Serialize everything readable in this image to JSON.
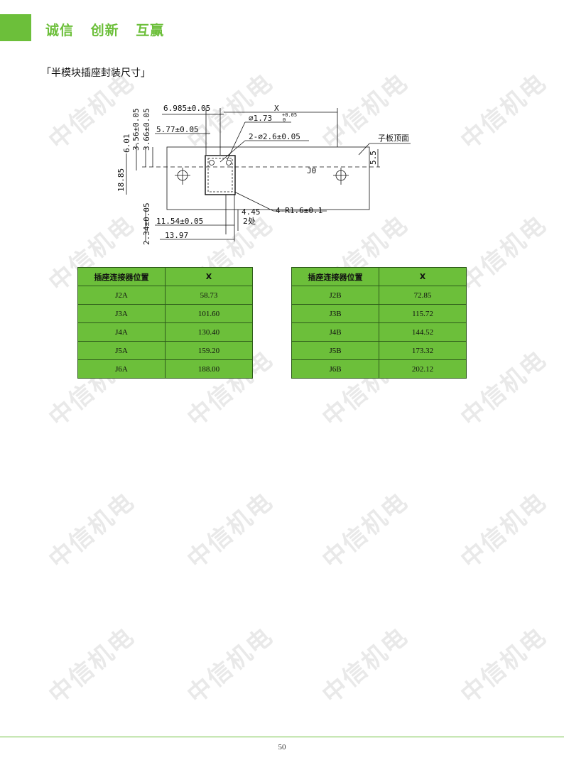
{
  "header": {
    "slogan": [
      "诚信",
      "创新",
      "互赢"
    ],
    "accent_color": "#6cbf3a"
  },
  "section_title": "「半模块插座封装尺寸」",
  "watermark_text": "中信机电",
  "drawing": {
    "labels": {
      "dim_6985": "6.985±0.05",
      "dim_x": "X",
      "dim_phi173": "⌀1.73",
      "dim_phi173_tol_upper": "+0.05",
      "dim_phi173_tol_lower": "0",
      "dim_577": "5.77±0.05",
      "dim_2phi26": "2-⌀2.6±0.05",
      "board_top_label": "子板顶面",
      "dim_356": "3.56±0.05",
      "dim_366": "3.66±0.05",
      "dim_601": "6.01",
      "dim_1885": "18.85",
      "j0_label": "J0",
      "dim_55": "5.5",
      "dim_445": "4.45",
      "dim_4r16": "4-R1.6±0.1",
      "dim_1154": "11.54±0.05",
      "two_places": "2处",
      "dim_234": "2.34±0.05",
      "dim_1397": "13.97"
    }
  },
  "tables": [
    {
      "headers": [
        "插座连接器位置",
        "X"
      ],
      "rows": [
        [
          "J2A",
          "58.73"
        ],
        [
          "J3A",
          "101.60"
        ],
        [
          "J4A",
          "130.40"
        ],
        [
          "J5A",
          "159.20"
        ],
        [
          "J6A",
          "188.00"
        ]
      ]
    },
    {
      "headers": [
        "插座连接器位置",
        "X"
      ],
      "rows": [
        [
          "J2B",
          "72.85"
        ],
        [
          "J3B",
          "115.72"
        ],
        [
          "J4B",
          "144.52"
        ],
        [
          "J5B",
          "173.32"
        ],
        [
          "J6B",
          "202.12"
        ]
      ]
    }
  ],
  "footer": {
    "page_number": "50"
  }
}
